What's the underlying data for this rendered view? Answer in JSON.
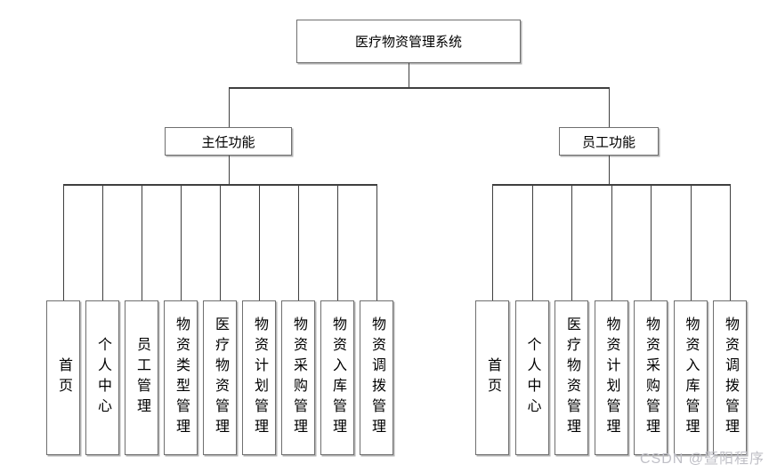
{
  "diagram": {
    "root_label": "医疗物资管理系统",
    "branches": [
      {
        "label": "主任功能",
        "children": [
          "首页",
          "个人中心",
          "员工管理",
          "物资类型管理",
          "医疗物资管理",
          "物资计划管理",
          "物资采购管理",
          "物资入库管理",
          "物资调拨管理"
        ]
      },
      {
        "label": "员工功能",
        "children": [
          "首页",
          "个人中心",
          "医疗物资管理",
          "物资计划管理",
          "物资采购管理",
          "物资入库管理",
          "物资调拨管理"
        ]
      }
    ]
  },
  "watermark": "CSDN @暨阳程序",
  "colors": {
    "background": "#ffffff",
    "connector": "#3f3f3f",
    "box_border": "#6f6f6f",
    "box_fill": "#ffffff",
    "text": "#000000",
    "watermark": "#bfbfc6"
  }
}
